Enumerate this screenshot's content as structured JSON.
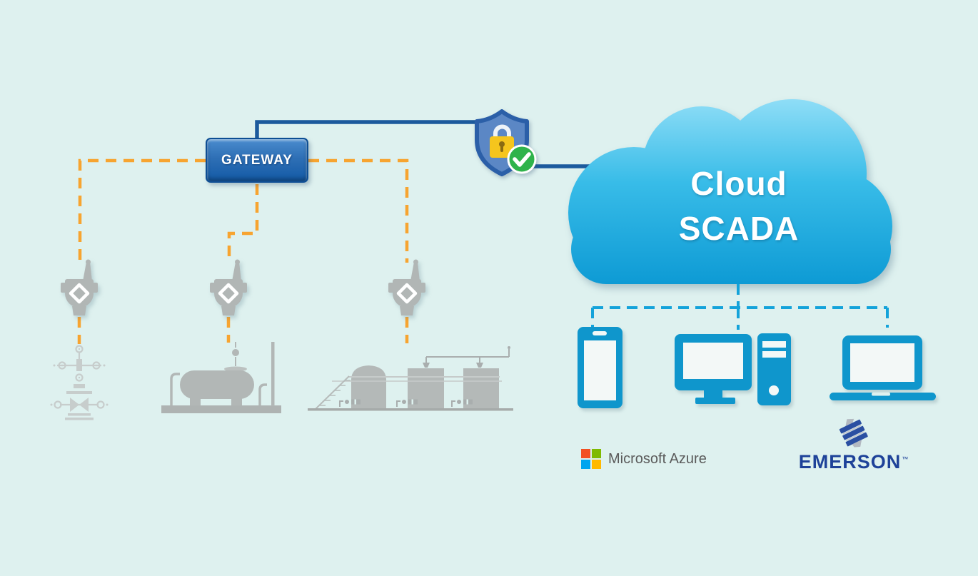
{
  "title": "Cloud SCADA architecture diagram",
  "background_color": "#def1ef",
  "gateway": {
    "label": "GATEWAY",
    "fill_top": "#4a8cce",
    "fill_bottom": "#135aa6",
    "border_color": "#0d4e94",
    "text_color": "#ffffff"
  },
  "cloud": {
    "line1": "Cloud",
    "line2": "SCADA",
    "text_color": "#ffffff",
    "fill_top": "#90def7",
    "fill_bottom": "#0d9ad4"
  },
  "security_shield": {
    "icons": [
      "shield-icon",
      "padlock-icon",
      "check-icon"
    ],
    "shield_fill": "#5b87c5",
    "shield_border": "#2b5fa8",
    "padlock_fill": "#f5c51d",
    "check_badge_fill": "#2fb34b"
  },
  "links": {
    "wireless_field": {
      "style": "dashed",
      "color": "#f7a430",
      "from": "field wireless transmitters",
      "to": "GATEWAY"
    },
    "secure_wired": {
      "style": "solid",
      "color": "#1c5a9d",
      "from": "GATEWAY",
      "to": "Cloud SCADA",
      "via": "security shield"
    },
    "client_access": {
      "style": "dashed",
      "color": "#14a3da",
      "from": "Cloud SCADA",
      "to": "client devices"
    }
  },
  "field_sites": [
    {
      "transmitter_icon": "wireless-transmitter-icon",
      "equipment_icon": "wellhead-icon"
    },
    {
      "transmitter_icon": "wireless-transmitter-icon",
      "equipment_icon": "storage-tank-icon"
    },
    {
      "transmitter_icon": "wireless-transmitter-icon",
      "equipment_icon": "tank-farm-icon"
    }
  ],
  "client_devices": [
    {
      "icon": "smartphone-icon"
    },
    {
      "icon": "desktop-monitor-icon"
    },
    {
      "icon": "computer-tower-icon"
    },
    {
      "icon": "laptop-icon"
    }
  ],
  "device_color": "#0f96cc",
  "equipment_color": "#b2b7b6",
  "logos": {
    "azure": {
      "label": "Microsoft Azure",
      "text_color": "#5a5a5a",
      "square_colors": [
        "#f25022",
        "#7fba00",
        "#00a4ef",
        "#ffb900"
      ]
    },
    "emerson": {
      "label": "EMERSON",
      "tm": "™",
      "text_color": "#1e4299"
    }
  }
}
